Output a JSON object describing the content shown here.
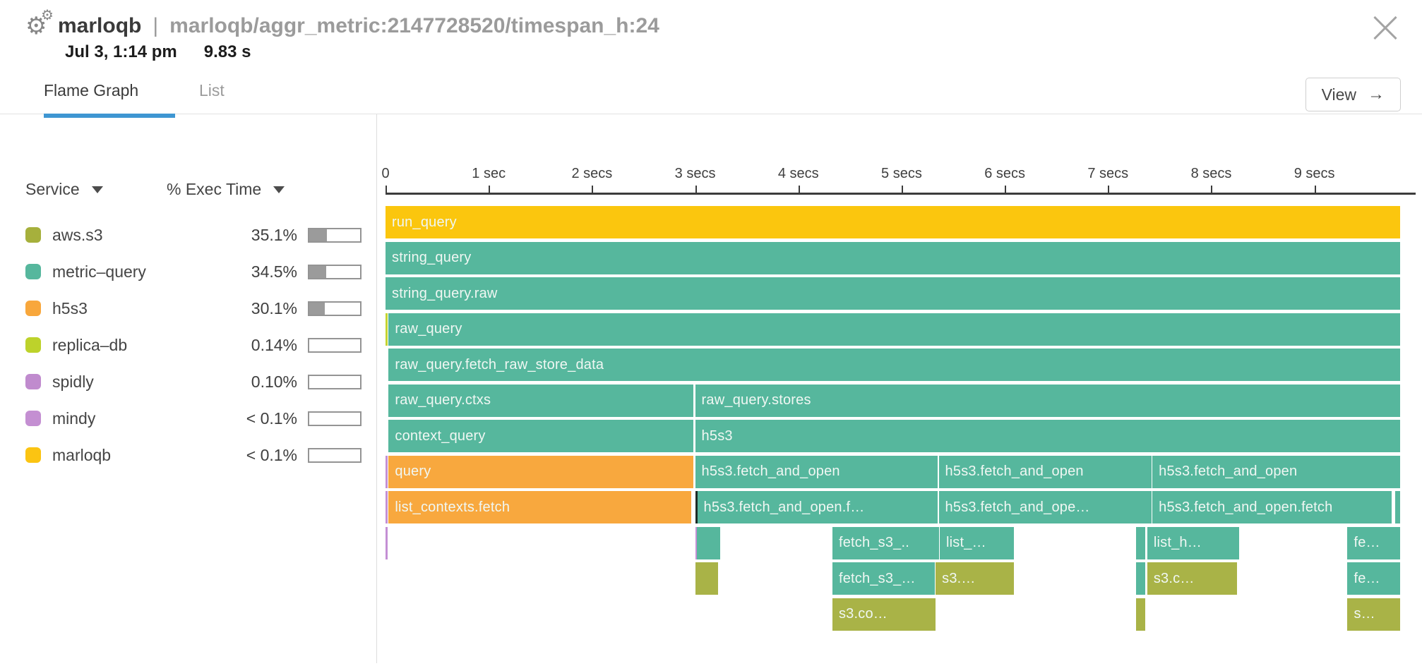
{
  "header": {
    "app_title": "marloqb",
    "separator": "|",
    "resource_path": "marloqb/aggr_metric:2147728520/timespan_h:24",
    "timestamp": "Jul 3, 1:14 pm",
    "duration": "9.83 s"
  },
  "tabs": {
    "flame_graph": "Flame Graph",
    "list": "List"
  },
  "view_button": {
    "label": "View",
    "arrow": "→"
  },
  "icons": {
    "settings_gear": "⚙",
    "close": "x-cross",
    "column_sort": "triangle-down"
  },
  "services_panel": {
    "columns": {
      "service": "Service",
      "exec_time": "% Exec Time"
    },
    "items": [
      {
        "name": "aws.s3",
        "color": "#a6b03c",
        "pct": "35.1%",
        "bar_fill": 0.35
      },
      {
        "name": "metric–query",
        "color": "#56b79d",
        "pct": "34.5%",
        "bar_fill": 0.34
      },
      {
        "name": "h5s3",
        "color": "#f8a73c",
        "pct": "30.1%",
        "bar_fill": 0.3
      },
      {
        "name": "replica–db",
        "color": "#bdd22b",
        "pct": "0.14%",
        "bar_fill": 0
      },
      {
        "name": "spidly",
        "color": "#c08bce",
        "pct": "0.10%",
        "bar_fill": 0
      },
      {
        "name": "mindy",
        "color": "#c48fd2",
        "pct": "< 0.1%",
        "bar_fill": 0
      },
      {
        "name": "marloqb",
        "color": "#fbc412",
        "pct": "< 0.1%",
        "bar_fill": 0
      }
    ]
  },
  "flame": {
    "total_seconds": 9.83,
    "palette": {
      "yellow": "#fbc60e",
      "teal": "#56b79d",
      "orange": "#f8a83e",
      "olive": "#a9b347",
      "lime": "#c5d430",
      "purple": "#c48fd4"
    },
    "axis_ticks": [
      {
        "t": 0,
        "label": "0"
      },
      {
        "t": 1,
        "label": "1 sec"
      },
      {
        "t": 2,
        "label": "2 secs"
      },
      {
        "t": 3,
        "label": "3 secs"
      },
      {
        "t": 4,
        "label": "4 secs"
      },
      {
        "t": 5,
        "label": "5 secs"
      },
      {
        "t": 6,
        "label": "6 secs"
      },
      {
        "t": 7,
        "label": "7 secs"
      },
      {
        "t": 8,
        "label": "8 secs"
      },
      {
        "t": 9,
        "label": "9 secs"
      }
    ],
    "rows": [
      [
        {
          "label": "run_query",
          "color": "yellow",
          "start": 0,
          "end": 9.83
        }
      ],
      [
        {
          "label": "string_query",
          "color": "teal",
          "start": 0,
          "end": 9.83
        }
      ],
      [
        {
          "label": "string_query.raw",
          "color": "teal",
          "start": 0,
          "end": 9.83
        }
      ],
      [
        {
          "color": "lime",
          "start": 0,
          "end": 0.02
        },
        {
          "label": "raw_query",
          "color": "teal",
          "start": 0.03,
          "end": 9.83
        }
      ],
      [
        {
          "label": "raw_query.fetch_raw_store_data",
          "color": "teal",
          "start": 0.03,
          "end": 9.83
        }
      ],
      [
        {
          "label": "raw_query.ctxs",
          "color": "teal",
          "start": 0.03,
          "end": 2.98
        },
        {
          "label": "raw_query.stores",
          "color": "teal",
          "start": 3.0,
          "end": 9.83
        }
      ],
      [
        {
          "label": "context_query",
          "color": "teal",
          "start": 0.03,
          "end": 2.98
        },
        {
          "label": "h5s3",
          "color": "teal",
          "start": 3.0,
          "end": 9.83
        }
      ],
      [
        {
          "color": "purple",
          "start": 0,
          "end": 0.02
        },
        {
          "label": "query",
          "color": "orange",
          "start": 0.03,
          "end": 2.98
        },
        {
          "label": "h5s3.fetch_and_open",
          "color": "teal",
          "start": 3.0,
          "end": 5.35
        },
        {
          "label": "h5s3.fetch_and_open",
          "color": "teal",
          "start": 5.36,
          "end": 7.42
        },
        {
          "label": "h5s3.fetch_and_open",
          "color": "teal",
          "start": 7.43,
          "end": 9.83
        }
      ],
      [
        {
          "color": "purple",
          "start": 0,
          "end": 0.02
        },
        {
          "label": "list_contexts.fetch",
          "color": "orange",
          "start": 0.03,
          "end": 2.96
        },
        {
          "label": "h5s3.fetch_and_open.f…",
          "color": "teal",
          "start": 3.0,
          "end": 5.35,
          "dark_left": true
        },
        {
          "label": "h5s3.fetch_and_ope…",
          "color": "teal",
          "start": 5.36,
          "end": 7.42
        },
        {
          "label": "h5s3.fetch_and_open.fetch",
          "color": "teal",
          "start": 7.43,
          "end": 9.75
        },
        {
          "color": "teal",
          "start": 9.78,
          "end": 9.83
        }
      ],
      [
        {
          "color": "purple",
          "start": 0,
          "end": 0.02
        },
        {
          "color": "purple",
          "start": 3.0,
          "end": 3.015
        },
        {
          "color": "teal",
          "start": 3.02,
          "end": 3.24
        },
        {
          "label": "fetch_s3_..",
          "color": "teal",
          "start": 4.33,
          "end": 5.36
        },
        {
          "label": "list_…",
          "color": "teal",
          "start": 5.37,
          "end": 6.09
        },
        {
          "color": "teal",
          "start": 7.27,
          "end": 7.36
        },
        {
          "label": "list_h…",
          "color": "teal",
          "start": 7.38,
          "end": 8.27
        },
        {
          "label": "fe…",
          "color": "teal",
          "start": 9.32,
          "end": 9.83
        }
      ],
      [
        {
          "color": "olive",
          "start": 3.0,
          "end": 3.22
        },
        {
          "label": "fetch_s3_…",
          "color": "teal",
          "start": 4.33,
          "end": 5.32
        },
        {
          "label": "s3.…",
          "color": "olive",
          "start": 5.33,
          "end": 6.09
        },
        {
          "color": "teal",
          "start": 7.27,
          "end": 7.36
        },
        {
          "label": "s3.c…",
          "color": "olive",
          "start": 7.38,
          "end": 8.25
        },
        {
          "label": "fe…",
          "color": "teal",
          "start": 9.32,
          "end": 9.83
        }
      ],
      [
        {
          "label": "s3.co…",
          "color": "olive",
          "start": 4.33,
          "end": 5.33
        },
        {
          "color": "olive",
          "start": 7.27,
          "end": 7.36
        },
        {
          "label": "s…",
          "color": "olive",
          "start": 9.32,
          "end": 9.83
        }
      ]
    ]
  }
}
